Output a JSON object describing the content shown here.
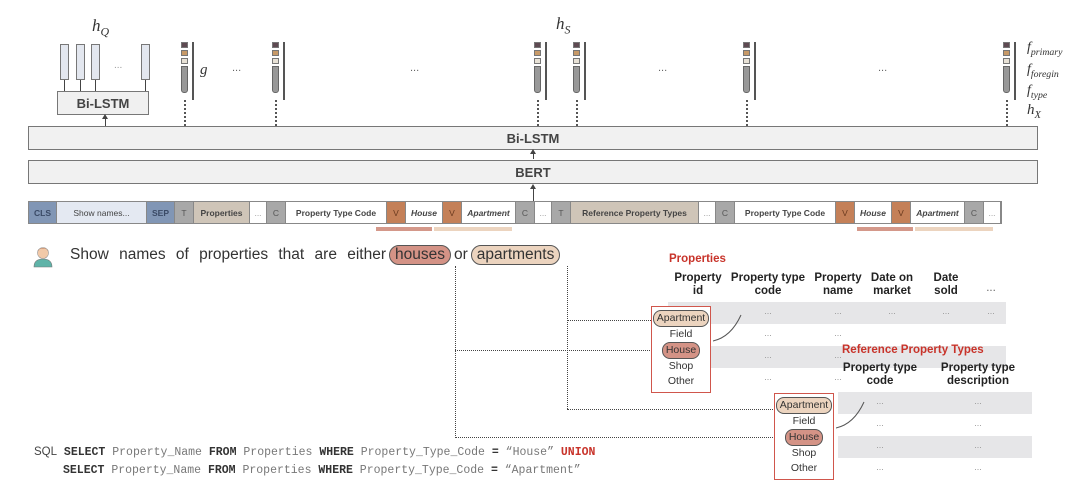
{
  "labels": {
    "h_q": "h",
    "h_q_sub": "Q",
    "h_s": "h",
    "h_s_sub": "S",
    "g": "g",
    "f_primary": "f",
    "f_primary_sub": "primary",
    "f_foreign": "f",
    "f_foreign_sub": "foregin",
    "f_type": "f",
    "f_type_sub": "type",
    "h_x": "h",
    "h_x_sub": "X",
    "ellipsis": "..."
  },
  "blocks": {
    "question_bilstm": "Bi-LSTM",
    "main_bilstm": "Bi-LSTM",
    "bert": "BERT"
  },
  "colors": {
    "primary_feature": "#5e4a52",
    "foreign_feature": "#c89a68",
    "type_feature": "#e8e2d6",
    "house_highlight": "#d49386",
    "apartment_highlight": "#ecd4bf",
    "table_title": "#c8332a"
  },
  "input_sequence": [
    {
      "kind": "cls",
      "text": "CLS"
    },
    {
      "kind": "q",
      "text": "Show names..."
    },
    {
      "kind": "sep",
      "text": "SEP"
    },
    {
      "kind": "t",
      "text": "T"
    },
    {
      "kind": "tn",
      "text": "Properties"
    },
    {
      "kind": "e",
      "text": "..."
    },
    {
      "kind": "c",
      "text": "C"
    },
    {
      "kind": "cn",
      "text": "Property Type Code"
    },
    {
      "kind": "v",
      "text": "V"
    },
    {
      "kind": "vv",
      "text": "House"
    },
    {
      "kind": "v",
      "text": "V"
    },
    {
      "kind": "vv",
      "text": "Apartment"
    },
    {
      "kind": "c",
      "text": "C"
    },
    {
      "kind": "e",
      "text": "..."
    },
    {
      "kind": "t",
      "text": "T"
    },
    {
      "kind": "tn",
      "text": "Reference Property Types"
    },
    {
      "kind": "e",
      "text": "..."
    },
    {
      "kind": "c",
      "text": "C"
    },
    {
      "kind": "cn",
      "text": "Property Type Code"
    },
    {
      "kind": "v",
      "text": "V"
    },
    {
      "kind": "vv",
      "text": "House"
    },
    {
      "kind": "v",
      "text": "V"
    },
    {
      "kind": "vv",
      "text": "Apartment"
    },
    {
      "kind": "c",
      "text": "C"
    },
    {
      "kind": "e",
      "text": "..."
    }
  ],
  "question": {
    "pre": "Show names of properties that are either",
    "house": "houses",
    "mid": "or",
    "apt": "apartments"
  },
  "properties_table": {
    "title": "Properties",
    "headers": [
      "Property id",
      "Property type code",
      "Property name",
      "Date on market",
      "Date sold",
      "..."
    ],
    "cell": "...",
    "values": [
      "Apartment",
      "Field",
      "House",
      "Shop",
      "Other"
    ]
  },
  "ref_table": {
    "title": "Reference Property Types",
    "headers": [
      "Property type code",
      "Property type description"
    ],
    "cell": "...",
    "values": [
      "Apartment",
      "Field",
      "House",
      "Shop",
      "Other"
    ]
  },
  "sql": {
    "label": "SQL",
    "line1": [
      {
        "t": "SELECT",
        "k": "kw"
      },
      {
        "t": " Property_Name ",
        "k": "id"
      },
      {
        "t": "FROM",
        "k": "kw"
      },
      {
        "t": " Properties ",
        "k": "id"
      },
      {
        "t": "WHERE",
        "k": "kw"
      },
      {
        "t": " Property_Type_Code ",
        "k": "id"
      },
      {
        "t": "=",
        "k": "kw"
      },
      {
        "t": " “House” ",
        "k": "id"
      },
      {
        "t": "UNION",
        "k": "red"
      }
    ],
    "line2": [
      {
        "t": "SELECT",
        "k": "kw"
      },
      {
        "t": " Property_Name ",
        "k": "id"
      },
      {
        "t": "FROM",
        "k": "kw"
      },
      {
        "t": " Properties ",
        "k": "id"
      },
      {
        "t": "WHERE",
        "k": "kw"
      },
      {
        "t": " Property_Type_Code ",
        "k": "id"
      },
      {
        "t": "=",
        "k": "kw"
      },
      {
        "t": " “Apartment”",
        "k": "id"
      }
    ]
  }
}
